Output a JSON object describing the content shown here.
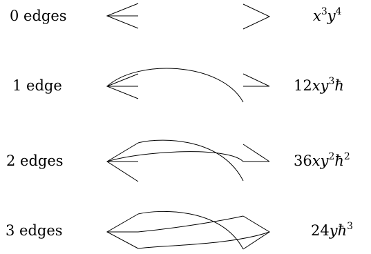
{
  "rows": [
    {
      "label": "0 edges",
      "term": [
        {
          "t": "x",
          "i": true
        },
        {
          "t": "3",
          "sup": true
        },
        {
          "t": "y",
          "i": true
        },
        {
          "t": "4",
          "sup": true
        }
      ]
    },
    {
      "label": "1 edge",
      "term": [
        {
          "t": "12"
        },
        {
          "t": "xy",
          "i": true
        },
        {
          "t": "3",
          "sup": true
        },
        {
          "t": "ħ",
          "i": true
        }
      ]
    },
    {
      "label": "2 edges",
      "term": [
        {
          "t": "36"
        },
        {
          "t": "xy",
          "i": true
        },
        {
          "t": "2",
          "sup": true
        },
        {
          "t": "ħ",
          "i": true
        },
        {
          "t": "2",
          "sup": true
        }
      ]
    },
    {
      "label": "3 edges",
      "term": [
        {
          "t": "24"
        },
        {
          "t": "y",
          "i": true
        },
        {
          "t": "ħ",
          "i": true
        },
        {
          "t": "3",
          "sup": true
        }
      ]
    }
  ]
}
